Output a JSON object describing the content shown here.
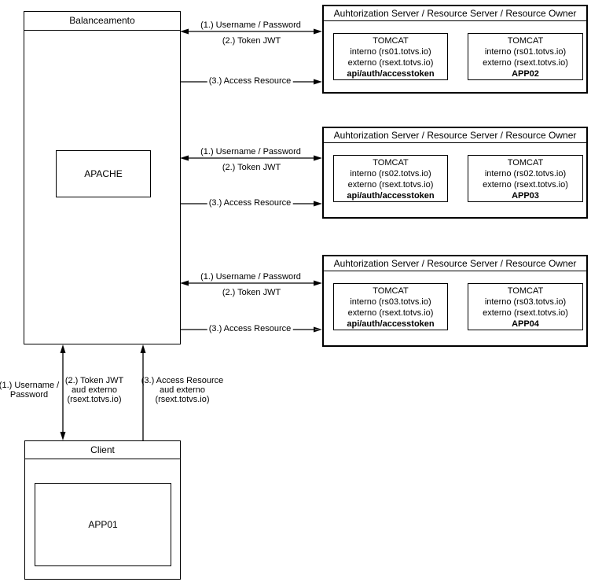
{
  "balancer": {
    "title": "Balanceamento",
    "node": "APACHE"
  },
  "groups": [
    {
      "header": "Auhtorization Server / Resource Server / Resource Owner",
      "flow": {
        "label1": "(1.) Username / Password",
        "label2": "(2.) Token JWT",
        "label3": "(3.) Access Resource"
      },
      "tomcats": [
        {
          "title": "TOMCAT",
          "interno": "interno (rs01.totvs.io)",
          "externo": "externo (rsext.totvs.io)",
          "app": "api/auth/accesstoken"
        },
        {
          "title": "TOMCAT",
          "interno": "interno (rs01.totvs.io)",
          "externo": "externo (rsext.totvs.io)",
          "app": "APP02"
        }
      ]
    },
    {
      "header": "Auhtorization Server / Resource Server / Resource Owner",
      "flow": {
        "label1": "(1.) Username / Password",
        "label2": "(2.) Token JWT",
        "label3": "(3.) Access Resource"
      },
      "tomcats": [
        {
          "title": "TOMCAT",
          "interno": "interno (rs02.totvs.io)",
          "externo": "externo (rsext.totvs.io)",
          "app": "api/auth/accesstoken"
        },
        {
          "title": "TOMCAT",
          "interno": "interno (rs02.totvs.io)",
          "externo": "externo (rsext.totvs.io)",
          "app": "APP03"
        }
      ]
    },
    {
      "header": "Auhtorization Server / Resource Server / Resource Owner",
      "flow": {
        "label1": "(1.) Username / Password",
        "label2": "(2.) Token JWT",
        "label3": "(3.) Access Resource"
      },
      "tomcats": [
        {
          "title": "TOMCAT",
          "interno": "interno (rs03.totvs.io)",
          "externo": "externo (rsext.totvs.io)",
          "app": "api/auth/accesstoken"
        },
        {
          "title": "TOMCAT",
          "interno": "interno (rs03.totvs.io)",
          "externo": "externo (rsext.totvs.io)",
          "app": "APP04"
        }
      ]
    }
  ],
  "client": {
    "title": "Client",
    "node": "APP01"
  },
  "client_flows": {
    "f1": {
      "l1": "(1.) Username /",
      "l2": "Password"
    },
    "f2": {
      "l1": "(2.) Token JWT",
      "l2": "aud externo",
      "l3": "(rsext.totvs.io)"
    },
    "f3": {
      "l1": "(3.) Access Resource",
      "l2": "aud externo",
      "l3": "(rsext.totvs.io)"
    }
  },
  "colors": {
    "line": "#000000",
    "background": "#ffffff"
  }
}
